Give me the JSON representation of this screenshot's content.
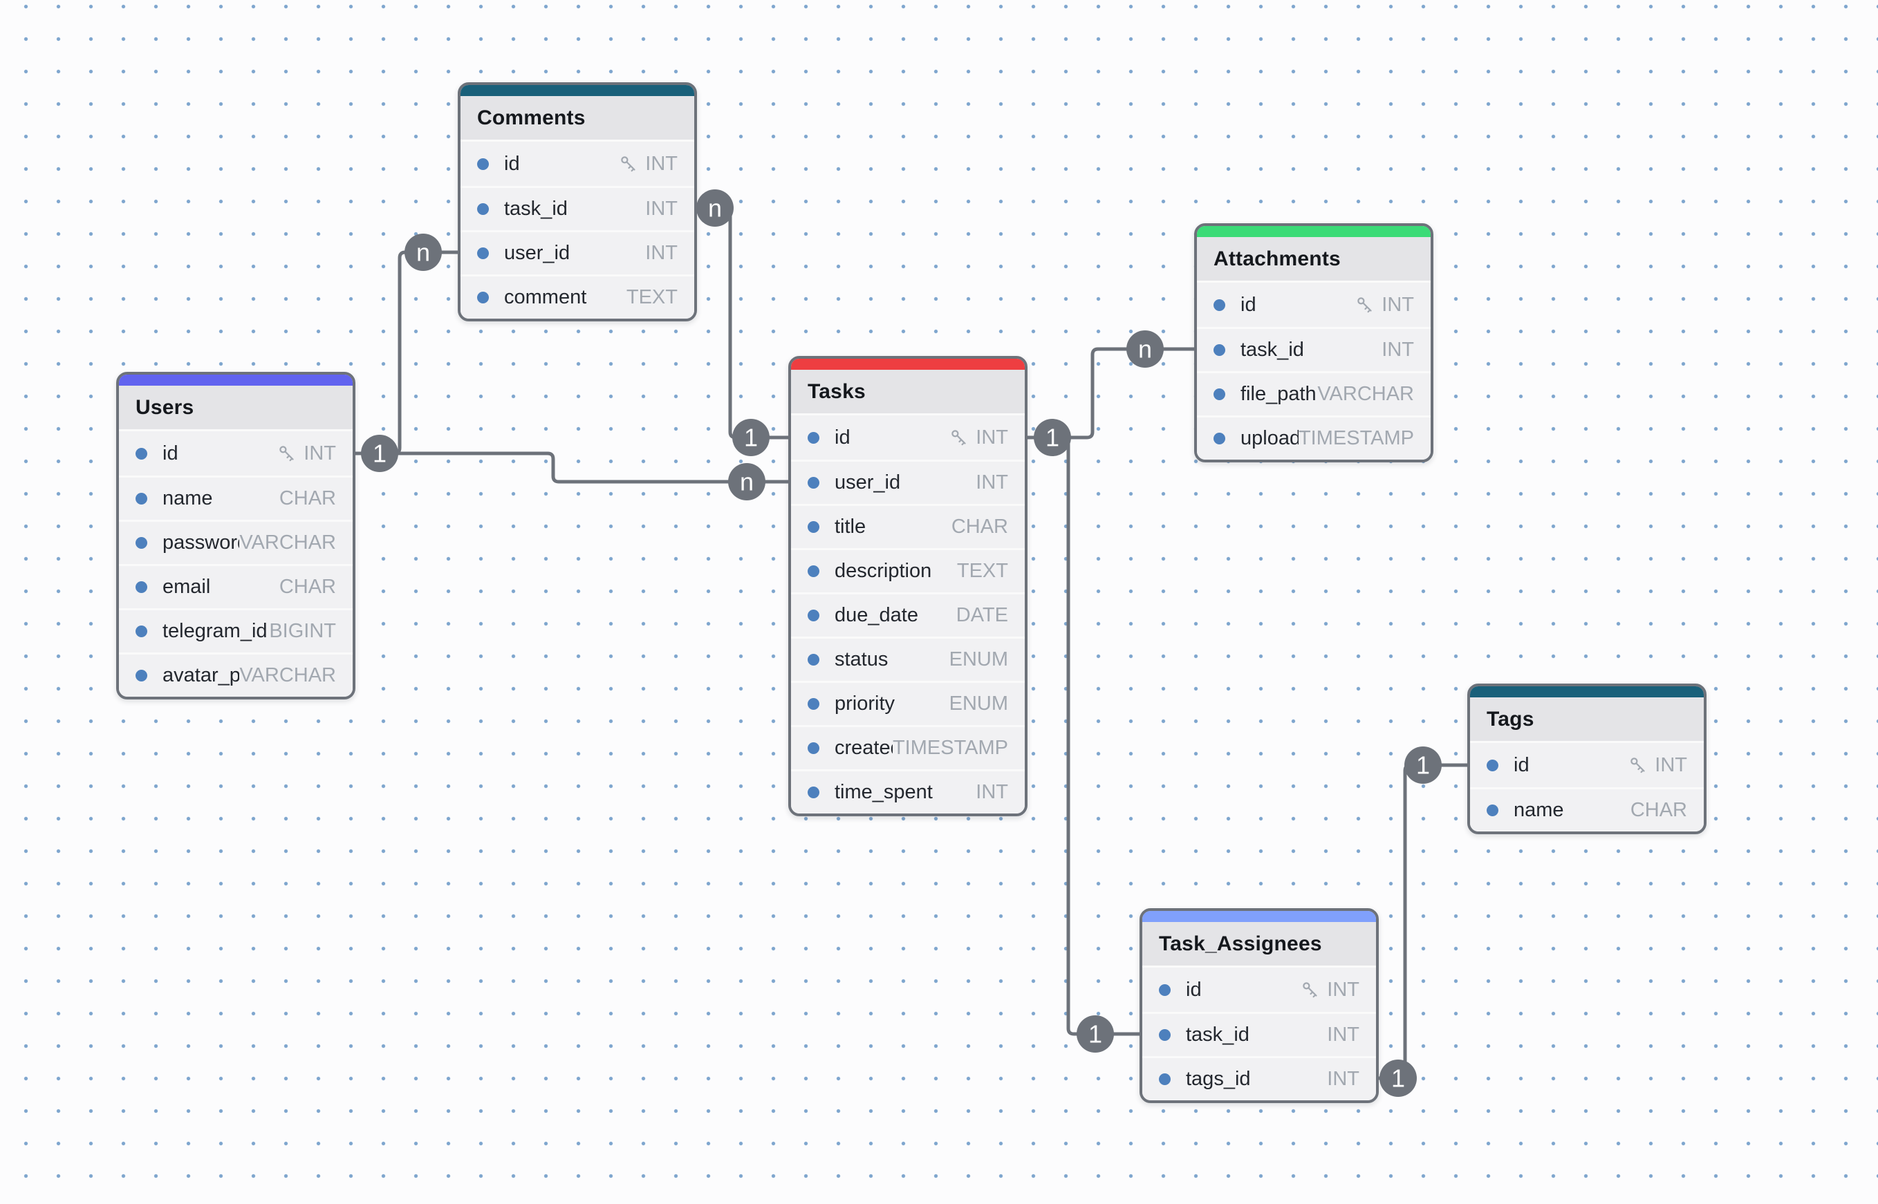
{
  "diagram": {
    "tables": [
      {
        "name": "Comments",
        "accent_color": "#19607A",
        "fields": [
          {
            "name": "id",
            "type": "INT",
            "pk": true
          },
          {
            "name": "task_id",
            "type": "INT",
            "pk": false
          },
          {
            "name": "user_id",
            "type": "INT",
            "pk": false
          },
          {
            "name": "comment",
            "type": "TEXT",
            "pk": false
          }
        ]
      },
      {
        "name": "Users",
        "accent_color": "#6163EF",
        "fields": [
          {
            "name": "id",
            "type": "INT",
            "pk": true
          },
          {
            "name": "name",
            "type": "CHAR",
            "pk": false
          },
          {
            "name": "password",
            "type": "VARCHAR",
            "pk": false
          },
          {
            "name": "email",
            "type": "CHAR",
            "pk": false
          },
          {
            "name": "telegram_id",
            "type": "BIGINT",
            "pk": false
          },
          {
            "name": "avatar_pa...",
            "type": "VARCHAR",
            "pk": false
          }
        ]
      },
      {
        "name": "Tasks",
        "accent_color": "#EE3E41",
        "fields": [
          {
            "name": "id",
            "type": "INT",
            "pk": true
          },
          {
            "name": "user_id",
            "type": "INT",
            "pk": false
          },
          {
            "name": "title",
            "type": "CHAR",
            "pk": false
          },
          {
            "name": "description",
            "type": "TEXT",
            "pk": false
          },
          {
            "name": "due_date",
            "type": "DATE",
            "pk": false
          },
          {
            "name": "status",
            "type": "ENUM",
            "pk": false
          },
          {
            "name": "priority",
            "type": "ENUM",
            "pk": false
          },
          {
            "name": "created...",
            "type": "TIMESTAMP",
            "pk": false
          },
          {
            "name": "time_spent",
            "type": "INT",
            "pk": false
          }
        ]
      },
      {
        "name": "Attachments",
        "accent_color": "#3BDB77",
        "fields": [
          {
            "name": "id",
            "type": "INT",
            "pk": true
          },
          {
            "name": "task_id",
            "type": "INT",
            "pk": false
          },
          {
            "name": "file_path",
            "type": "VARCHAR",
            "pk": false
          },
          {
            "name": "upload...",
            "type": "TIMESTAMP",
            "pk": false
          }
        ]
      },
      {
        "name": "Tags",
        "accent_color": "#19607A",
        "fields": [
          {
            "name": "id",
            "type": "INT",
            "pk": true
          },
          {
            "name": "name",
            "type": "CHAR",
            "pk": false
          }
        ]
      },
      {
        "name": "Task_Assignees",
        "accent_color": "#80A0FC",
        "fields": [
          {
            "name": "id",
            "type": "INT",
            "pk": true
          },
          {
            "name": "task_id",
            "type": "INT",
            "pk": false
          },
          {
            "name": "tags_id",
            "type": "INT",
            "pk": false
          }
        ]
      }
    ],
    "relationships": [
      {
        "from": "Users.id",
        "to": "Comments.user_id",
        "from_card": "1",
        "to_card": "n"
      },
      {
        "from": "Users.id",
        "to": "Tasks.user_id",
        "from_card": "1",
        "to_card": "n"
      },
      {
        "from": "Comments.task_id",
        "to": "Tasks.id",
        "from_card": "n",
        "to_card": "1"
      },
      {
        "from": "Tasks.id",
        "to": "Attachments.task_id",
        "from_card": "1",
        "to_card": "n"
      },
      {
        "from": "Tasks.id",
        "to": "Task_Assignees.task_id",
        "from_card": "1",
        "to_card": "1"
      },
      {
        "from": "Tags.id",
        "to": "Task_Assignees.tags_id",
        "from_card": "1",
        "to_card": "1"
      }
    ]
  }
}
